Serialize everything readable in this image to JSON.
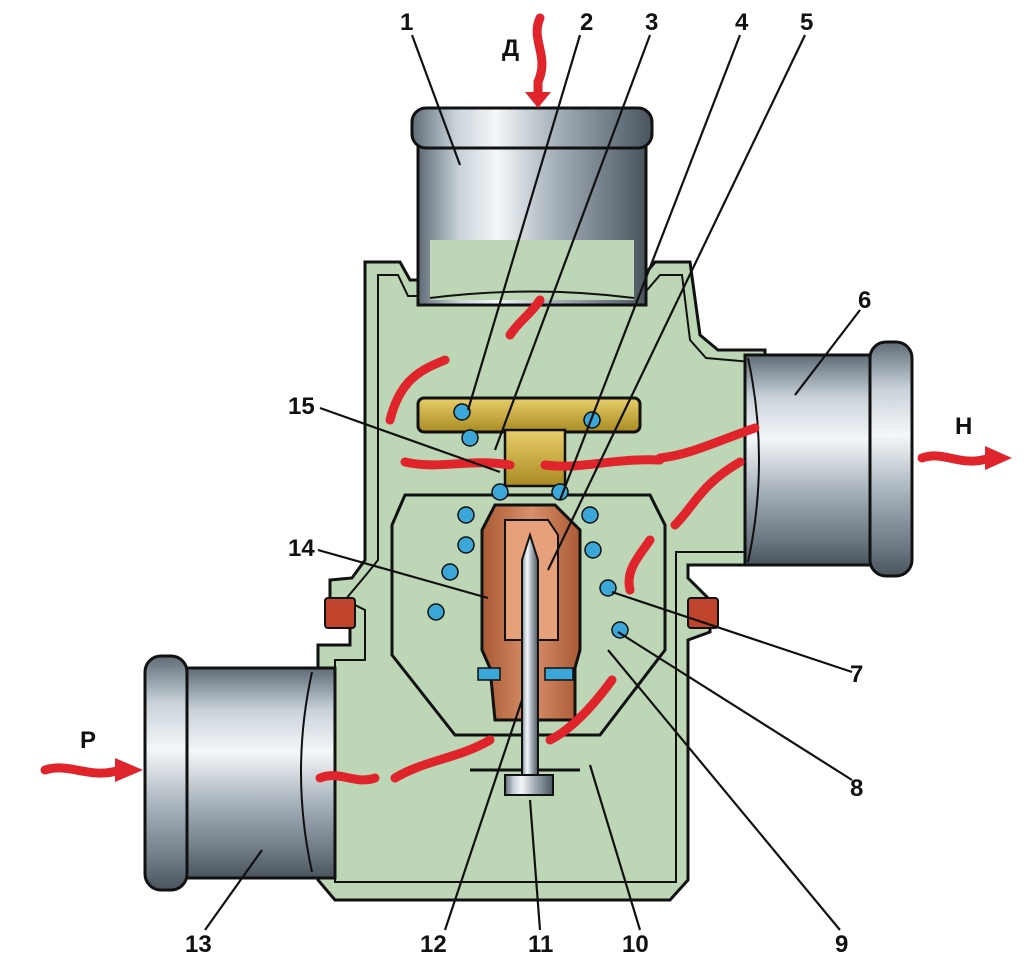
{
  "colors": {
    "body_fill": "#bcd6b6",
    "body_outline": "#111111",
    "pipe_metal": "#a9b4bd",
    "brass": "#c8a83a",
    "copper": "#c97a4f",
    "coil": "#3aa7d8",
    "flow_arrow": "#e0242b",
    "seal": "#c0442b"
  },
  "part_labels": [
    "1",
    "2",
    "3",
    "4",
    "5",
    "6",
    "7",
    "8",
    "9",
    "10",
    "11",
    "12",
    "13",
    "14",
    "15"
  ],
  "flow_labels": {
    "top_inlet": "Д",
    "right_outlet": "Н",
    "left_inlet": "Р"
  }
}
